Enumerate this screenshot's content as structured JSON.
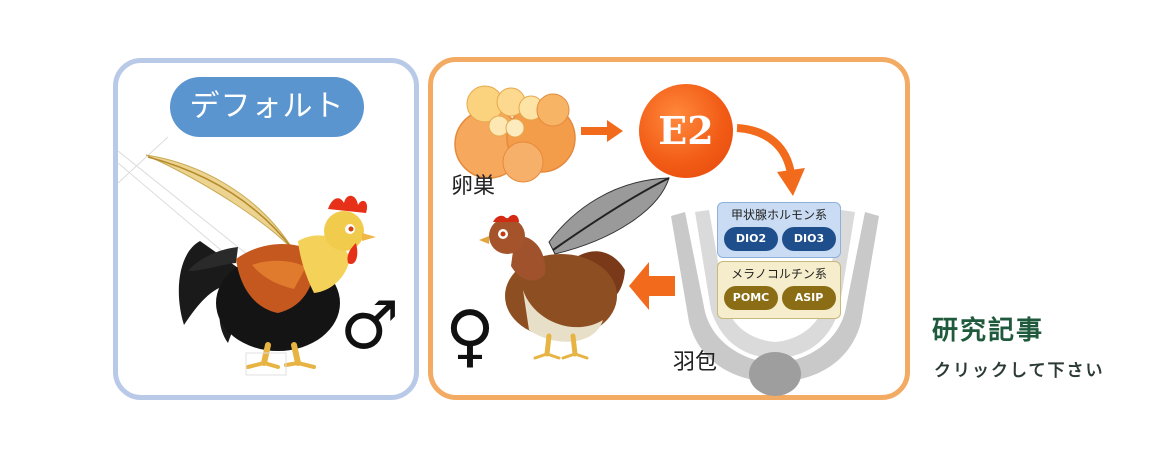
{
  "left_panel": {
    "badge_label": "デフォルト",
    "sex_symbol": "♂",
    "border_color": "#b9c9e8"
  },
  "right_panel": {
    "ovary_label": "卵巣",
    "hormone_label": "E2",
    "thyroid_system": {
      "title": "甲状腺ホルモン系",
      "genes": [
        "DIO2",
        "DIO3"
      ]
    },
    "melanocortin_system": {
      "title": "メラノコルチン系",
      "genes": [
        "POMC",
        "ASIP"
      ]
    },
    "follicle_label": "羽包",
    "sex_symbol": "♀",
    "border_color": "#f3aa63"
  },
  "link": {
    "title": "研究記事",
    "subtitle": "クリックして下さい"
  },
  "colors": {
    "arrow": "#f26b1d",
    "badge": "#5b95cf",
    "e2": "#f25c16"
  }
}
